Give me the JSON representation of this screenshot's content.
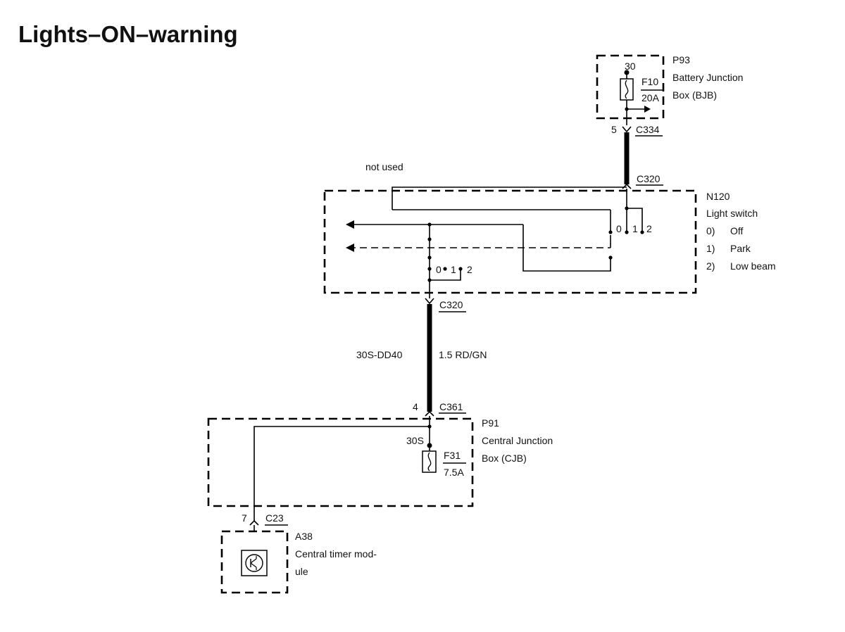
{
  "title": "Lights–ON–warning",
  "bjb": {
    "id": "P93",
    "name_line1": "Battery Junction",
    "name_line2": "Box (BJB)",
    "pin": "30",
    "fuse": "F10",
    "rating": "20A"
  },
  "c334": {
    "pin": "5",
    "label": "C334"
  },
  "not_used": "not used",
  "c320_top": {
    "label": "C320"
  },
  "light_switch": {
    "id": "N120",
    "name": "Light switch",
    "positions": [
      {
        "num": "0)",
        "name": "Off"
      },
      {
        "num": "1)",
        "name": "Park"
      },
      {
        "num": "2)",
        "name": "Low beam"
      }
    ],
    "upper_contacts": [
      "0",
      "1",
      "2"
    ],
    "lower_contacts": [
      "0",
      "1",
      "2"
    ]
  },
  "c320_bottom": {
    "label": "C320"
  },
  "wire": {
    "circuit": "30S-DD40",
    "spec": "1.5 RD/GN"
  },
  "c361": {
    "pin": "4",
    "label": "C361"
  },
  "cjb": {
    "id": "P91",
    "name_line1": "Central Junction",
    "name_line2": "Box (CJB)",
    "pin": "30S",
    "fuse": "F31",
    "rating": "7.5A"
  },
  "c23": {
    "pin": "7",
    "label": "C23"
  },
  "ctm": {
    "id": "A38",
    "name_line1": "Central timer mod-",
    "name_line2": "ule"
  }
}
